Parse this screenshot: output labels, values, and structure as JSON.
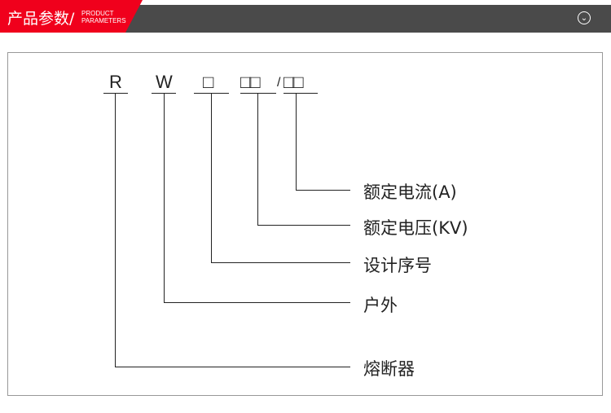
{
  "header": {
    "title_cn": "产品参数/",
    "title_en_1": "PRODUCT",
    "title_en_2": "PARAMETERS",
    "toggle_icon": "chevron-down-circle-icon"
  },
  "diagram": {
    "codes": [
      "R",
      "W",
      "□",
      "□□",
      "/",
      "□□"
    ],
    "labels": [
      "额定电流(A)",
      "额定电压(KV)",
      "设计序号",
      "户外",
      "熔断器"
    ]
  }
}
